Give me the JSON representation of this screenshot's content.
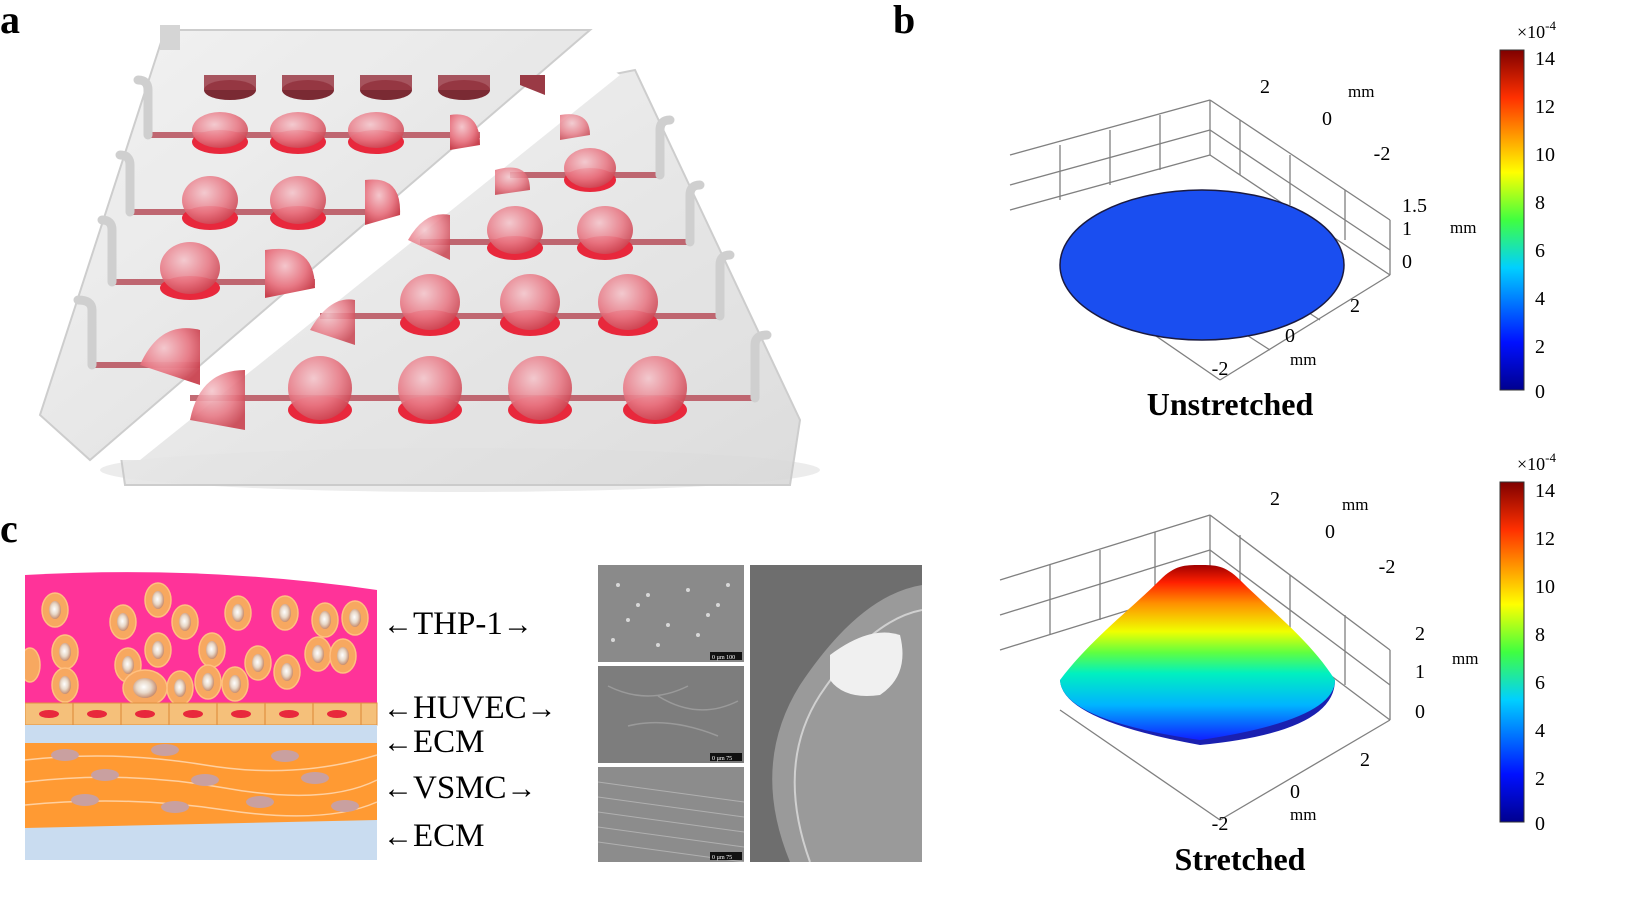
{
  "panels": {
    "a": "a",
    "b": "b",
    "c": "c"
  },
  "plots": [
    {
      "id": "unstretched",
      "title": "Unstretched",
      "axis_unit": "mm",
      "x_ticks": [
        "-2",
        "0",
        "2"
      ],
      "y_ticks": [
        "2",
        "0",
        "-2"
      ],
      "z_ticks": [
        "0",
        "1",
        "1.5"
      ],
      "colorbar": {
        "scale": "×10",
        "exponent": "-4",
        "ticks": [
          "14",
          "12",
          "10",
          "8",
          "6",
          "4",
          "2",
          "0"
        ]
      }
    },
    {
      "id": "stretched",
      "title": "Stretched",
      "axis_unit": "mm",
      "x_ticks": [
        "-2",
        "0",
        "2"
      ],
      "y_ticks": [
        "2",
        "0",
        "-2"
      ],
      "z_ticks": [
        "0",
        "1",
        "2"
      ],
      "colorbar": {
        "scale": "×10",
        "exponent": "-4",
        "ticks": [
          "14",
          "12",
          "10",
          "8",
          "6",
          "4",
          "2",
          "0"
        ]
      }
    }
  ],
  "layers": [
    "THP-1",
    "HUVEC",
    "ECM",
    "VSMC",
    "ECM"
  ],
  "micrographs": [
    {
      "scale": "0 µm 100"
    },
    {
      "scale": "0 µm 75"
    },
    {
      "scale": "0 µm 75"
    }
  ],
  "colors": {
    "accent_red": "#e8283c",
    "tissue_pink": "#ff3399",
    "vsmc_orange": "#ff9933",
    "endothelium": "#f5c07a",
    "surface_blue": "#1a4ef0"
  }
}
